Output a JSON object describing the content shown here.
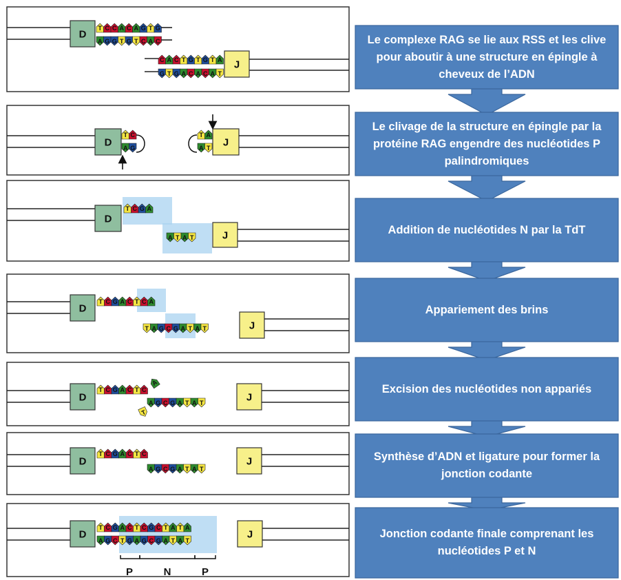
{
  "colors": {
    "A": "#2e8b2e",
    "T": "#f4e542",
    "G": "#1f4e9c",
    "C": "#c8102e",
    "d_segment": "#8fbe9f",
    "j_segment": "#f7f08a",
    "highlight": "#a9d3f0",
    "step_box": "#4f81bd"
  },
  "segments": {
    "d": "D",
    "j": "J"
  },
  "panels": [
    {
      "id": "rag-binding",
      "d_top": [
        "T",
        "C",
        "C",
        "A",
        "C",
        "A",
        "G",
        "T",
        "G"
      ],
      "d_bottom": [
        "A",
        "G",
        "G",
        "T",
        "G",
        "T",
        "C",
        "A",
        "C"
      ],
      "j_top": [
        "C",
        "A",
        "C",
        "T",
        "G",
        "T",
        "G",
        "T",
        "A"
      ],
      "j_bottom": [
        "G",
        "T",
        "G",
        "A",
        "C",
        "A",
        "C",
        "A",
        "T"
      ]
    },
    {
      "id": "hairpin-cleavage",
      "d_top": [
        "T",
        "C"
      ],
      "d_bottom": [
        "A",
        "G"
      ],
      "j_top": [
        "T",
        "A"
      ],
      "j_bottom": [
        "A",
        "T"
      ]
    },
    {
      "id": "n-addition",
      "d_top": [
        "T",
        "C",
        "G",
        "A"
      ],
      "j_bottom": [
        "A",
        "T",
        "A",
        "T"
      ]
    },
    {
      "id": "pairing",
      "d_top": [
        "T",
        "C",
        "G",
        "A",
        "C",
        "T",
        "C",
        "A"
      ],
      "j_bottom": [
        "T",
        "A",
        "G",
        "C",
        "G",
        "A",
        "T",
        "A",
        "T"
      ]
    },
    {
      "id": "excision",
      "d_top": [
        "T",
        "C",
        "G",
        "A",
        "C",
        "T",
        "C"
      ],
      "d_overhang": "A",
      "j_bottom": [
        "A",
        "G",
        "C",
        "G",
        "A",
        "T",
        "A",
        "T"
      ],
      "j_overhang": "T"
    },
    {
      "id": "synthesis",
      "d_top": [
        "T",
        "C",
        "G",
        "A",
        "C",
        "T",
        "C"
      ],
      "j_bottom": [
        "A",
        "G",
        "C",
        "G",
        "A",
        "T",
        "A",
        "T"
      ]
    },
    {
      "id": "final-junction",
      "top": [
        "T",
        "C",
        "G",
        "A",
        "C",
        "T",
        "C",
        "G",
        "C",
        "T",
        "A",
        "T",
        "A"
      ],
      "bottom": [
        "A",
        "G",
        "C",
        "T",
        "G",
        "A",
        "G",
        "C",
        "G",
        "A",
        "T",
        "A",
        "T"
      ],
      "labels": [
        "P",
        "N",
        "P"
      ]
    }
  ],
  "steps": [
    "Le complexe RAG se lie aux RSS et les clive pour aboutir à une structure en épingle à cheveux de l’ADN",
    "Le clivage de la structure en épingle par la protéine RAG engendre des nucléotides P palindromiques",
    "Addition de nucléotides N par la TdT",
    "Appariement des brins",
    "Excision des nucléotides non appariés",
    "Synthèse d’ADN et ligature pour former la jonction codante",
    "Jonction codante finale comprenant les nucléotides P et N"
  ]
}
